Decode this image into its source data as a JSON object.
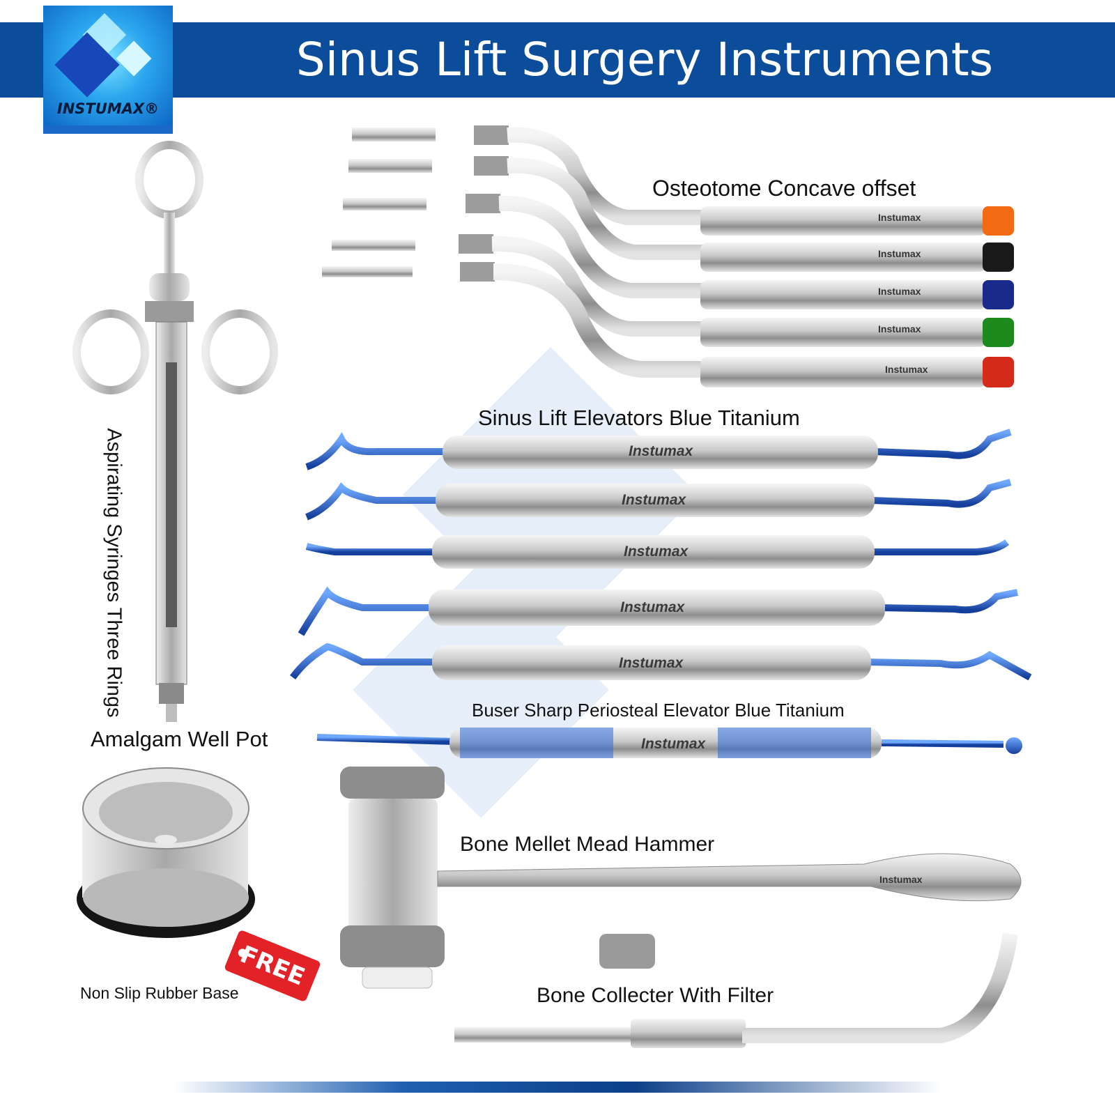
{
  "header": {
    "title": "Sinus Lift Surgery Instruments",
    "logo_text": "INSTUMAX®"
  },
  "labels": {
    "osteotome": "Osteotome Concave offset",
    "elevators": "Sinus Lift Elevators Blue Titanium",
    "buser": "Buser Sharp Periosteal Elevator Blue Titanium",
    "syringe": "Aspirating Syringes Three Rings",
    "amalgam": "Amalgam Well Pot",
    "rubber_base": "Non Slip Rubber Base",
    "free_tag": "FREE",
    "mallet": "Bone Mellet Mead Hammer",
    "collector": "Bone Collecter With Filter"
  },
  "brand_mark": "Instumax",
  "colors": {
    "banner": "#0b4d9a",
    "titanium_blue": "#1f5fc8",
    "osteotome_caps": [
      "#f26a12",
      "#1a1a1a",
      "#1a2a8a",
      "#1d8a1d",
      "#d42a1a"
    ],
    "free_tag": "#e32228"
  }
}
